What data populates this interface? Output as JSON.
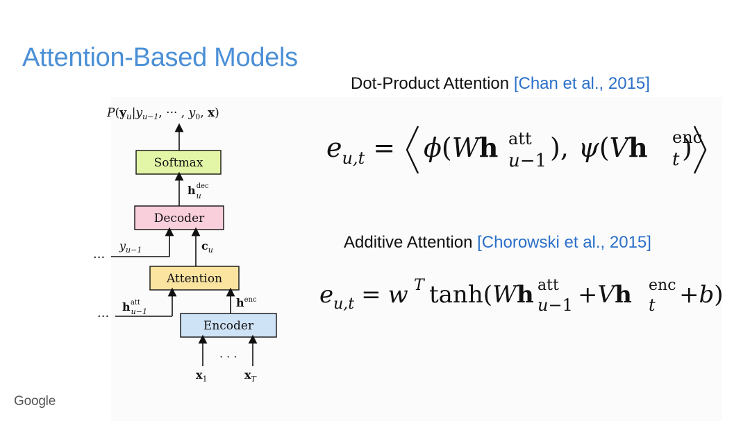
{
  "slide": {
    "title": "Attention-Based Models",
    "brand": "Google"
  },
  "diagram": {
    "output_label": "P(y_u | y_{u-1}, ···, y_0, x)",
    "boxes": {
      "softmax": {
        "label": "Softmax",
        "color": "#e3f5a6"
      },
      "decoder": {
        "label": "Decoder",
        "color": "#f9cfdc"
      },
      "attention": {
        "label": "Attention",
        "color": "#fbe3a0"
      },
      "encoder": {
        "label": "Encoder",
        "color": "#cfe3f7"
      }
    },
    "edge_labels": {
      "h_dec": "h_u^dec",
      "c_u": "c_u",
      "y_prev": "y_{u-1}",
      "h_att": "h_{u-1}^att",
      "h_enc": "h^enc"
    },
    "ellipsis": "···",
    "inputs": [
      "x_1",
      "x_T"
    ]
  },
  "dot_product": {
    "heading": "Dot-Product Attention",
    "citation": "[Chan et al., 2015]",
    "formula": "e_{u,t} = ⟨ φ(W h_{u-1}^att), ψ(V h_t^enc) ⟩"
  },
  "additive": {
    "heading": "Additive Attention",
    "citation": "[Chorowski et al., 2015]",
    "formula": "e_{u,t} = w^T tanh(W h_{u-1}^att + V h_t^enc + b)"
  }
}
